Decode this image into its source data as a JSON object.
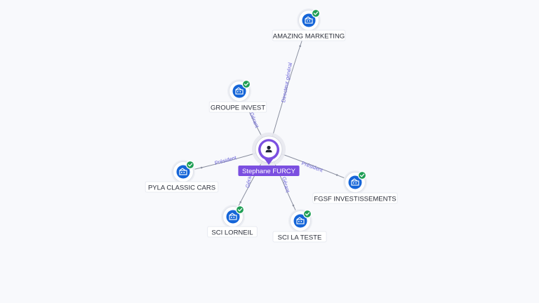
{
  "center": {
    "name": "Stephane FURCY",
    "icon": "person-icon",
    "accent": "#7b4fe0"
  },
  "colors": {
    "edge": "#8b90a0",
    "edge_label": "#6a63d8",
    "company_icon_bg": "#1565d8",
    "check_badge": "#1e9e54",
    "label_bg": "#ffffff",
    "label_border": "#e3e6ee"
  },
  "nodes": [
    {
      "id": "amazing-marketing",
      "name": "AMAZING MARKETING",
      "relation": "Directeur général",
      "icon": "company-icon",
      "verified": true
    },
    {
      "id": "groupe-invest",
      "name": "GROUPE INVEST",
      "relation": "Gérant",
      "icon": "company-icon",
      "verified": true
    },
    {
      "id": "pyla-classic-cars",
      "name": "PYLA CLASSIC CARS",
      "relation": "Président",
      "icon": "company-icon",
      "verified": true
    },
    {
      "id": "sci-lorneil",
      "name": "SCI LORNEIL",
      "relation": "Gérant",
      "icon": "company-icon",
      "verified": true
    },
    {
      "id": "sci-la-teste",
      "name": "SCI LA TESTE",
      "relation": "Gérant",
      "icon": "company-icon",
      "verified": true
    },
    {
      "id": "fgsf-investissements",
      "name": "FGSF INVESTISSEMENTS",
      "relation": "Président",
      "icon": "company-icon",
      "verified": true
    }
  ]
}
